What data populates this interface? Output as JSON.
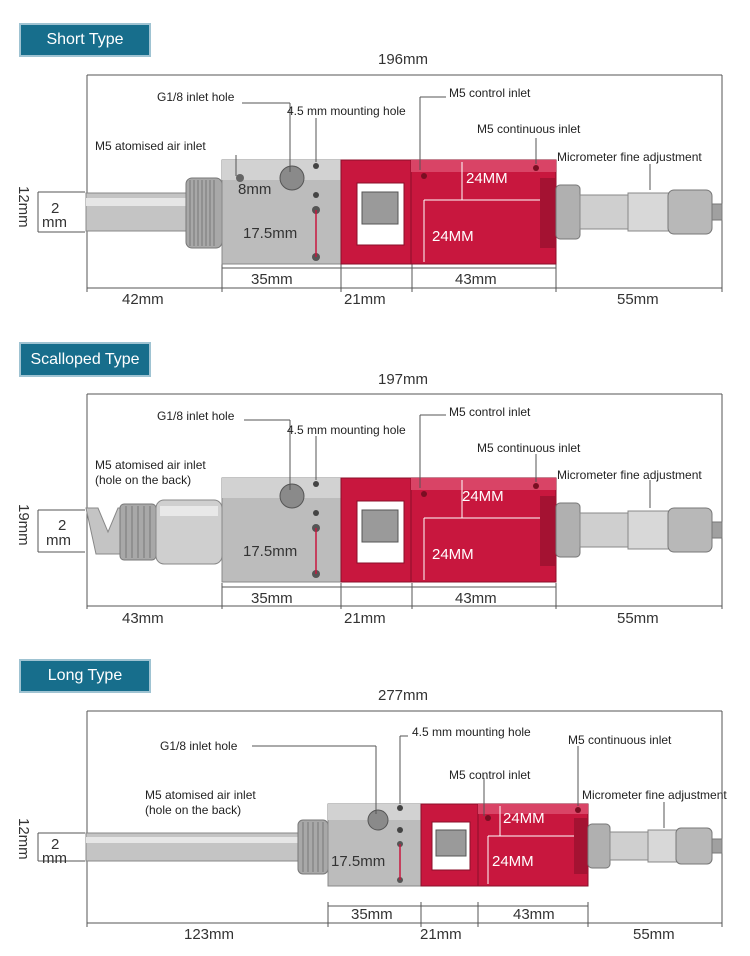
{
  "sections": [
    {
      "type_label": "Short Type",
      "total": "196mm",
      "labels": {
        "g18": "G1/8 inlet hole",
        "mount": "4.5 mm mounting hole",
        "m5_control": "M5 control inlet",
        "m5_cont": "M5 continuous inlet",
        "m5_atom": "M5 atomised air inlet",
        "micrometer": "Micrometer fine adjustment"
      },
      "dims": {
        "height": "12mm",
        "nozzle_top": "2",
        "nozzle_bottom": "mm",
        "hole": "8mm",
        "mid": "17.5mm",
        "red_top": "24MM",
        "red_bottom": "24MM",
        "d35": "35mm",
        "d43": "43mm",
        "d42": "42mm",
        "d21": "21mm",
        "d55": "55mm"
      }
    },
    {
      "type_label": "Scalloped Type",
      "total": "197mm",
      "labels": {
        "g18": "G1/8 inlet hole",
        "mount": "4.5 mm mounting hole",
        "m5_control": "M5 control inlet",
        "m5_cont": "M5 continuous inlet",
        "m5_atom": "M5 atomised air inlet",
        "m5_atom2": "(hole on the back)",
        "micrometer": "Micrometer fine adjustment"
      },
      "dims": {
        "height": "19mm",
        "nozzle_top": "2",
        "nozzle_bottom": "mm",
        "mid": "17.5mm",
        "red_top": "24MM",
        "red_bottom": "24MM",
        "d35": "35mm",
        "d43b": "43mm",
        "d43": "43mm",
        "d21": "21mm",
        "d55": "55mm"
      }
    },
    {
      "type_label": "Long Type",
      "total": "277mm",
      "labels": {
        "g18": "G1/8 inlet hole",
        "mount": "4.5 mm mounting hole",
        "m5_control": "M5 control inlet",
        "m5_cont": "M5 continuous inlet",
        "m5_atom": "M5 atomised air inlet",
        "m5_atom2": "(hole on the back)",
        "micrometer": "Micrometer fine adjustment"
      },
      "dims": {
        "height": "12mm",
        "nozzle_top": "2",
        "nozzle_bottom": "mm",
        "mid": "17.5mm",
        "red_top": "24MM",
        "red_bottom": "24MM",
        "d35": "35mm",
        "d43": "43mm",
        "d123": "123mm",
        "d21": "21mm",
        "d55": "55mm"
      }
    }
  ],
  "colors": {
    "badge": "#176e8c",
    "red_body": "#c8173e",
    "steel": "#bdbdbd",
    "dim_line": "#444444"
  }
}
